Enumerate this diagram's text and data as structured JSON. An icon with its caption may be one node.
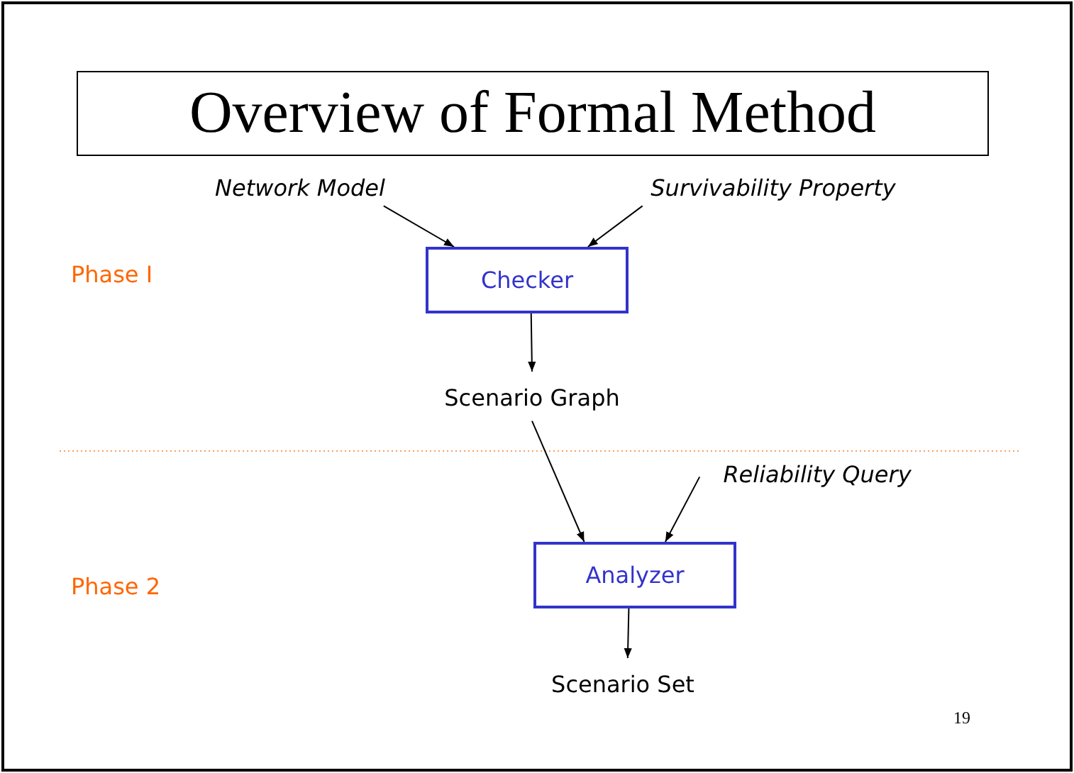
{
  "diagram": {
    "title": "Overview of Formal Method",
    "nodes": [
      {
        "text": [
          "Network Model"
        ]
      },
      {
        "text": [
          "Survivability Property"
        ]
      },
      {
        "text": [
          "Checker"
        ]
      },
      {
        "text": [
          "Scenario Graph"
        ]
      },
      {
        "text": [
          "Reliability Query"
        ]
      },
      {
        "text": [
          "Analyzer"
        ]
      },
      {
        "text": [
          "Scenario Set"
        ]
      }
    ],
    "edges": [
      {
        "from": 0,
        "to": 2,
        "arrow": "to"
      },
      {
        "from": 1,
        "to": 2,
        "arrow": "to"
      },
      {
        "from": 2,
        "to": 3,
        "arrow": "to"
      },
      {
        "from": 3,
        "to": 5,
        "arrow": "to"
      },
      {
        "from": 4,
        "to": 5,
        "arrow": "to"
      },
      {
        "from": 5,
        "to": 6,
        "arrow": "to"
      }
    ],
    "labels": [
      "Phase I",
      "Phase 2",
      "19"
    ]
  }
}
